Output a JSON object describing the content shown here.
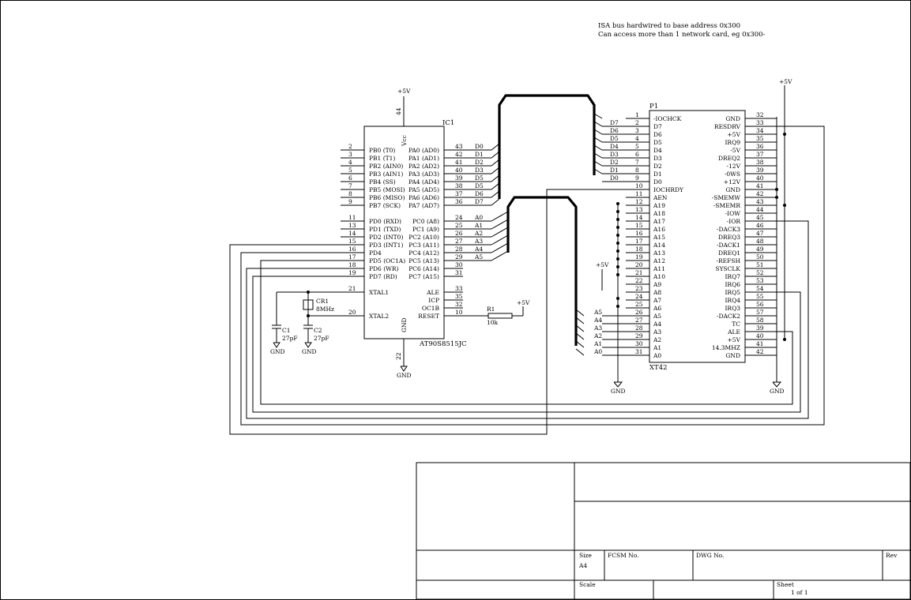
{
  "notes": [
    "ISA bus hardwired to base address 0x300",
    "Can access more than 1 network card, eg 0x300-"
  ],
  "ic1": {
    "ref": "IC1",
    "part": "AT90S8515JC",
    "vcc_label": "Vcc",
    "gnd_label": "GND",
    "vcc_pin": "44",
    "gnd_pin": "22",
    "left_pins": [
      {
        "num": "2",
        "name": "PB0 (T0)"
      },
      {
        "num": "3",
        "name": "PB1 (T1)"
      },
      {
        "num": "4",
        "name": "PB2 (AIN0)"
      },
      {
        "num": "5",
        "name": "PB3 (AIN1)"
      },
      {
        "num": "6",
        "name": "PB4 (SS)"
      },
      {
        "num": "7",
        "name": "PB5 (MOSI)"
      },
      {
        "num": "8",
        "name": "PB6 (MISO)"
      },
      {
        "num": "9",
        "name": "PB7 (SCK)"
      },
      {
        "num": "11",
        "name": "PD0 (RXD)"
      },
      {
        "num": "13",
        "name": "PD1 (TXD)"
      },
      {
        "num": "14",
        "name": "PD2 (INT0)"
      },
      {
        "num": "15",
        "name": "PD3 (INT1)"
      },
      {
        "num": "16",
        "name": "PD4"
      },
      {
        "num": "17",
        "name": "PD5 (OC1A)"
      },
      {
        "num": "18",
        "name": "PD6 (WR)"
      },
      {
        "num": "19",
        "name": "PD7 (RD)"
      },
      {
        "num": "21",
        "name": "XTAL1"
      },
      {
        "num": "20",
        "name": "XTAL2"
      }
    ],
    "right_pins": [
      {
        "num": "43",
        "name": "PA0 (AD0)",
        "net": "D0"
      },
      {
        "num": "42",
        "name": "PA1 (AD1)",
        "net": "D1"
      },
      {
        "num": "41",
        "name": "PA2 (AD2)",
        "net": "D2"
      },
      {
        "num": "40",
        "name": "PA3 (AD3)",
        "net": "D3"
      },
      {
        "num": "39",
        "name": "PA4 (AD4)",
        "net": "D5"
      },
      {
        "num": "38",
        "name": "PA5 (AD5)",
        "net": "D5"
      },
      {
        "num": "37",
        "name": "PA6 (AD6)",
        "net": "D6"
      },
      {
        "num": "36",
        "name": "PA7 (AD7)",
        "net": "D7"
      },
      {
        "num": "24",
        "name": "PC0 (A8)",
        "net": "A0"
      },
      {
        "num": "25",
        "name": "PC1 (A9)",
        "net": "A1"
      },
      {
        "num": "26",
        "name": "PC2 (A10)",
        "net": "A2"
      },
      {
        "num": "27",
        "name": "PC3 (A11)",
        "net": "A3"
      },
      {
        "num": "28",
        "name": "PC4 (A12)",
        "net": "A4"
      },
      {
        "num": "29",
        "name": "PC5 (A13)",
        "net": "A5"
      },
      {
        "num": "30",
        "name": "PC6 (A14)",
        "net": ""
      },
      {
        "num": "31",
        "name": "PC7 (A15)",
        "net": ""
      },
      {
        "num": "33",
        "name": "ALE",
        "net": ""
      },
      {
        "num": "35",
        "name": "ICP",
        "net": ""
      },
      {
        "num": "32",
        "name": "OC1B",
        "net": ""
      },
      {
        "num": "10",
        "name": "RESET",
        "net": ""
      }
    ]
  },
  "parts": {
    "r1": {
      "ref": "R1",
      "value": "10k"
    },
    "cr1": {
      "ref": "CR1",
      "value": "8MHz"
    },
    "c1": {
      "ref": "C1",
      "value": "27pF"
    },
    "c2": {
      "ref": "C2",
      "value": "27pF"
    },
    "vcc": "+5V",
    "gnd": "GND"
  },
  "p1": {
    "ref": "P1",
    "part": "XT42",
    "left_pins": [
      {
        "num": "1",
        "name": "-IOCHCK",
        "net": ""
      },
      {
        "num": "2",
        "name": "D7",
        "net": "D7"
      },
      {
        "num": "3",
        "name": "D6",
        "net": "D6"
      },
      {
        "num": "4",
        "name": "D5",
        "net": "D5"
      },
      {
        "num": "5",
        "name": "D4",
        "net": "D4"
      },
      {
        "num": "6",
        "name": "D3",
        "net": "D3"
      },
      {
        "num": "7",
        "name": "D2",
        "net": "D2"
      },
      {
        "num": "8",
        "name": "D1",
        "net": "D1"
      },
      {
        "num": "9",
        "name": "D0",
        "net": "D0"
      },
      {
        "num": "10",
        "name": "IOCHRDY",
        "net": ""
      },
      {
        "num": "11",
        "name": "AEN",
        "net": ""
      },
      {
        "num": "12",
        "name": "A19",
        "net": ""
      },
      {
        "num": "13",
        "name": "A18",
        "net": ""
      },
      {
        "num": "14",
        "name": "A17",
        "net": ""
      },
      {
        "num": "15",
        "name": "A16",
        "net": ""
      },
      {
        "num": "16",
        "name": "A15",
        "net": ""
      },
      {
        "num": "17",
        "name": "A14",
        "net": ""
      },
      {
        "num": "18",
        "name": "A13",
        "net": ""
      },
      {
        "num": "19",
        "name": "A12",
        "net": ""
      },
      {
        "num": "20",
        "name": "A11",
        "net": ""
      },
      {
        "num": "21",
        "name": "A10",
        "net": ""
      },
      {
        "num": "22",
        "name": "A9",
        "net": ""
      },
      {
        "num": "23",
        "name": "A8",
        "net": ""
      },
      {
        "num": "24",
        "name": "A7",
        "net": ""
      },
      {
        "num": "25",
        "name": "A6",
        "net": ""
      },
      {
        "num": "26",
        "name": "A5",
        "net": "A5"
      },
      {
        "num": "27",
        "name": "A4",
        "net": "A4"
      },
      {
        "num": "28",
        "name": "A3",
        "net": "A3"
      },
      {
        "num": "29",
        "name": "A2",
        "net": "A2"
      },
      {
        "num": "30",
        "name": "A1",
        "net": "A1"
      },
      {
        "num": "31",
        "name": "A0",
        "net": "A0"
      }
    ],
    "right_pins": [
      {
        "num": "32",
        "name": "GND"
      },
      {
        "num": "33",
        "name": "RESDRV"
      },
      {
        "num": "34",
        "name": "+5V"
      },
      {
        "num": "35",
        "name": "IRQ9"
      },
      {
        "num": "36",
        "name": "-5V"
      },
      {
        "num": "37",
        "name": "DREQ2"
      },
      {
        "num": "38",
        "name": "-12V"
      },
      {
        "num": "39",
        "name": "-0WS"
      },
      {
        "num": "40",
        "name": "+12V"
      },
      {
        "num": "41",
        "name": "GND"
      },
      {
        "num": "42",
        "name": "-SMEMW"
      },
      {
        "num": "43",
        "name": "-SMEMR"
      },
      {
        "num": "44",
        "name": "-IOW"
      },
      {
        "num": "45",
        "name": "-IOR"
      },
      {
        "num": "46",
        "name": "-DACK3"
      },
      {
        "num": "47",
        "name": "DREQ3"
      },
      {
        "num": "48",
        "name": "-DACK1"
      },
      {
        "num": "49",
        "name": "DREQ1"
      },
      {
        "num": "50",
        "name": "-REFSH"
      },
      {
        "num": "51",
        "name": "SYSCLK"
      },
      {
        "num": "52",
        "name": "IRQ7"
      },
      {
        "num": "53",
        "name": "IRQ6"
      },
      {
        "num": "54",
        "name": "IRQ5"
      },
      {
        "num": "55",
        "name": "IRQ4"
      },
      {
        "num": "56",
        "name": "IRQ3"
      },
      {
        "num": "57",
        "name": "-DACK2"
      },
      {
        "num": "58",
        "name": "TC"
      },
      {
        "num": "39",
        "name": "ALE"
      },
      {
        "num": "40",
        "name": "+5V"
      },
      {
        "num": "41",
        "name": "14.3MHZ"
      },
      {
        "num": "42",
        "name": "GND"
      }
    ]
  },
  "title_block": {
    "size_label": "Size",
    "size_value": "A4",
    "fcsm_label": "FCSM No.",
    "dwg_label": "DWG No.",
    "rev_label": "Rev",
    "scale_label": "Scale",
    "sheet_label": "Sheet",
    "sheet_value": "1 of 1"
  }
}
